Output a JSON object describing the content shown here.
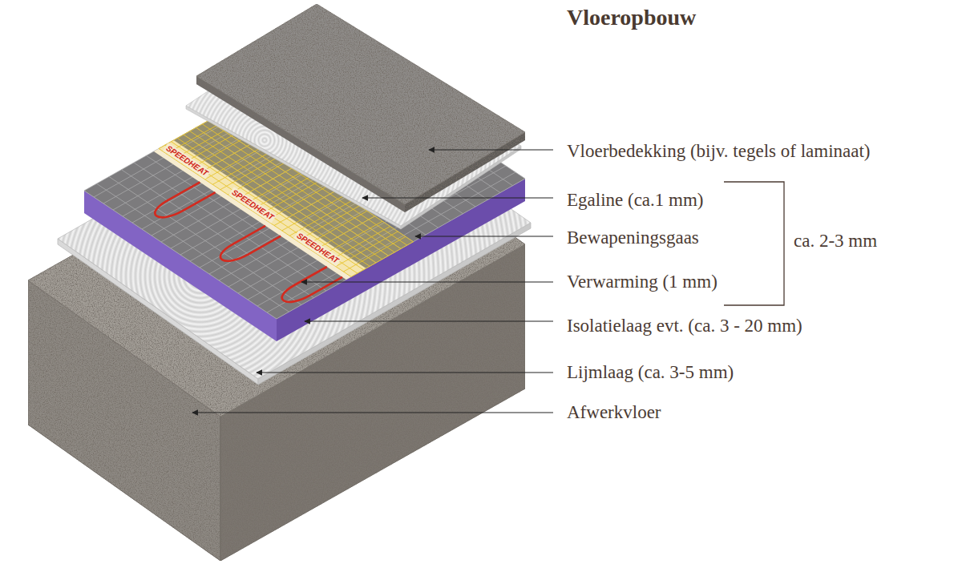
{
  "diagram": {
    "title": "Vloeropbouw",
    "labels": [
      "Vloerbedekking (bijv. tegels of laminaat)",
      "Egaline (ca.1 mm)",
      "Bewapeningsgaas",
      "Verwarming (1 mm)",
      "Isolatielaag evt. (ca. 3 - 20 mm)",
      "Lijmlaag (ca. 3-5 mm)",
      "Afwerkvloer",
      "ca. 2-3 mm",
      "SPEEDHEAT",
      "SPEEDHEAT",
      "SPEEDHEAT"
    ]
  }
}
